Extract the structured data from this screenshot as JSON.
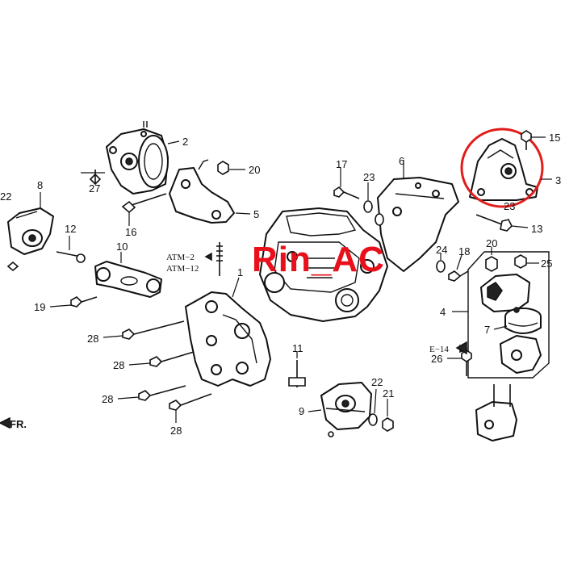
{
  "watermark": "Rin_AC",
  "front_marker": "FR.",
  "references": {
    "atm2": "ATM−2",
    "atm12": "ATM−12",
    "e14": "E−14"
  },
  "callouts": {
    "c1": "1",
    "c2": "2",
    "c3": "3",
    "c4": "4",
    "c5": "5",
    "c6": "6",
    "c7": "7",
    "c8": "8",
    "c9": "9",
    "c10": "10",
    "c11": "11",
    "c12": "12",
    "c13": "13",
    "c15": "15",
    "c16": "16",
    "c17": "17",
    "c18": "18",
    "c19": "19",
    "c20a": "20",
    "c20b": "20",
    "c21": "21",
    "c22a": "22",
    "c22b": "22",
    "c23a": "23",
    "c23b": "23",
    "c24": "24",
    "c25": "25",
    "c26": "26",
    "c27": "27",
    "c28a": "28",
    "c28b": "28",
    "c28c": "28",
    "c28d": "28"
  },
  "highlight_color": "#e21b1b",
  "watermark_color": "#e8101a"
}
